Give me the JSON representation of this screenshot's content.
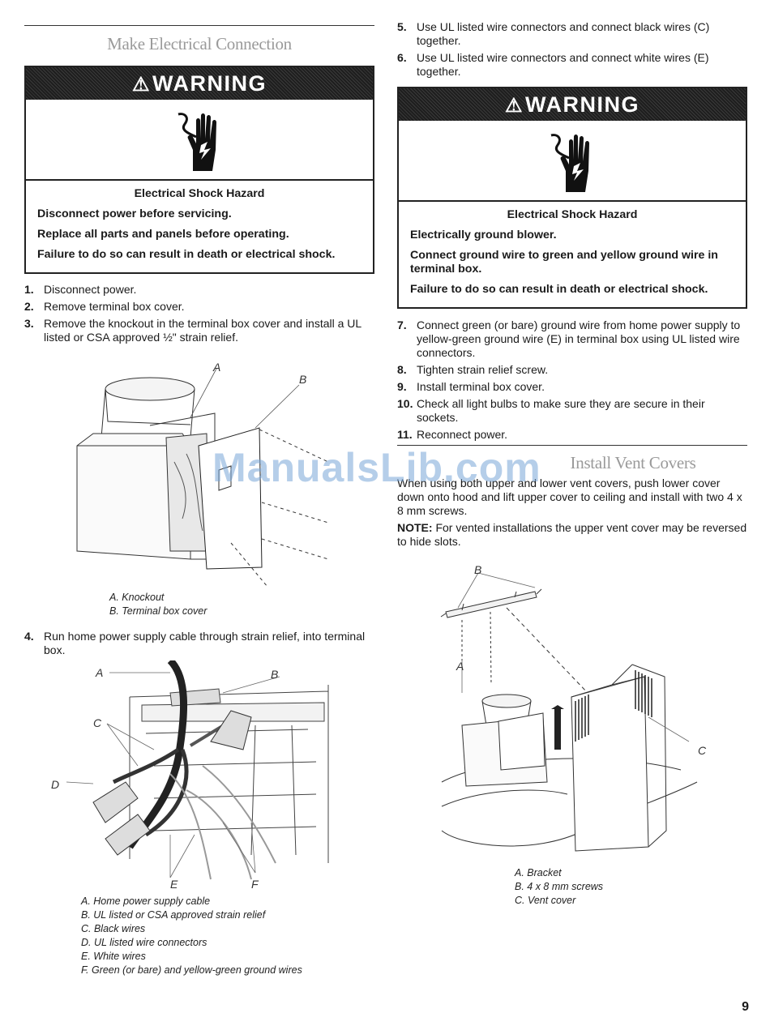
{
  "left": {
    "section_title": "Make Electrical Connection",
    "warning": {
      "title": "WARNING",
      "icon": "electrical-shock-hand-icon",
      "hazard": "Electrical Shock Hazard",
      "lines": [
        "Disconnect power before servicing.",
        "Replace all parts and panels before operating.",
        "Failure to do so can result in death or electrical shock."
      ]
    },
    "steps": [
      {
        "num": "1.",
        "text": "Disconnect power."
      },
      {
        "num": "2.",
        "text": "Remove terminal box cover."
      },
      {
        "num": "3.",
        "text": "Remove the knockout in the terminal box cover and install a UL listed or CSA approved ½\" strain relief."
      }
    ],
    "figure1": {
      "labels": [
        "A",
        "B"
      ],
      "captions": [
        "A. Knockout",
        "B. Terminal box cover"
      ]
    },
    "step4": {
      "num": "4.",
      "text": "Run home power supply cable through strain relief, into terminal box."
    },
    "figure2": {
      "labels": [
        "A",
        "B",
        "C",
        "D",
        "E",
        "F"
      ],
      "captions": [
        "A. Home power supply cable",
        "B. UL listed or CSA approved strain relief",
        "C. Black wires",
        "D. UL listed wire connectors",
        "E. White wires",
        "F. Green (or bare) and yellow-green ground wires"
      ]
    }
  },
  "right": {
    "steps_a": [
      {
        "num": "5.",
        "text": "Use UL listed wire connectors and connect black wires (C) together."
      },
      {
        "num": "6.",
        "text": "Use UL listed wire connectors and connect white wires (E) together."
      }
    ],
    "warning": {
      "title": "WARNING",
      "icon": "electrical-shock-hand-icon",
      "hazard": "Electrical Shock Hazard",
      "lines": [
        "Electrically ground blower.",
        "Connect ground wire to green and yellow ground wire in terminal box.",
        "Failure to do so can result in death or electrical shock."
      ]
    },
    "steps_b": [
      {
        "num": "7.",
        "text": "Connect green (or bare) ground wire from home power supply to yellow-green ground wire (E) in terminal box using UL listed wire connectors."
      },
      {
        "num": "8.",
        "text": "Tighten strain relief screw."
      },
      {
        "num": "9.",
        "text": "Install terminal box cover."
      },
      {
        "num": "10.",
        "text": "Check all light bulbs to make sure they are secure in their sockets."
      },
      {
        "num": "11.",
        "text": "Reconnect power."
      }
    ],
    "section_title": "Install Vent Covers",
    "para": "When using both upper and lower vent covers, push lower cover down onto hood and lift upper cover to ceiling and install with two 4 x 8 mm screws.",
    "note_label": "NOTE:",
    "note_text": "For vented installations the upper vent cover may be reversed to hide slots.",
    "figure3": {
      "labels": [
        "B",
        "A",
        "C"
      ],
      "captions": [
        "A. Bracket",
        "B. 4 x 8 mm screws",
        "C. Vent cover"
      ]
    }
  },
  "watermark": "ManualsLib.com",
  "page_number": "9"
}
